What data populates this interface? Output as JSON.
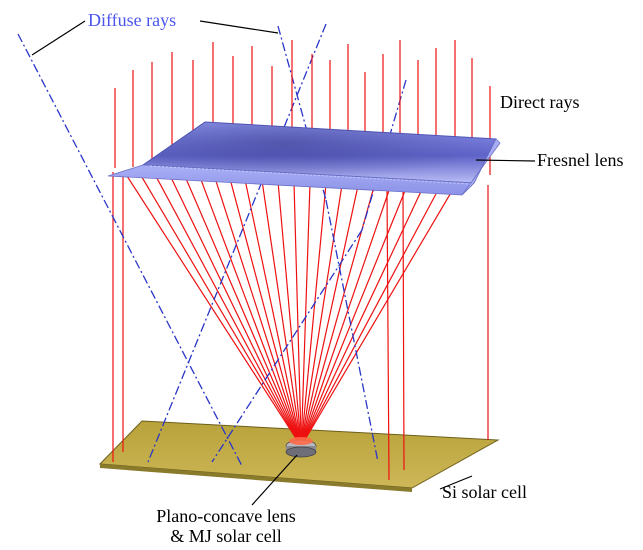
{
  "labels": {
    "diffuse_rays": "Diffuse rays",
    "direct_rays": "Direct rays",
    "fresnel_lens": "Fresnel lens",
    "si_solar_cell": "Si solar cell",
    "plano_concave_line1": "Plano-concave lens",
    "plano_concave_line2": "& MJ solar cell"
  },
  "colors": {
    "direct_ray": "#ee1111",
    "diffuse_ray": "#2a36c8",
    "diffuse_label": "#4a55ee",
    "fresnel_lens": "#9da3f2",
    "si_cell": "#c9b34a",
    "leader_line": "#000000"
  }
}
